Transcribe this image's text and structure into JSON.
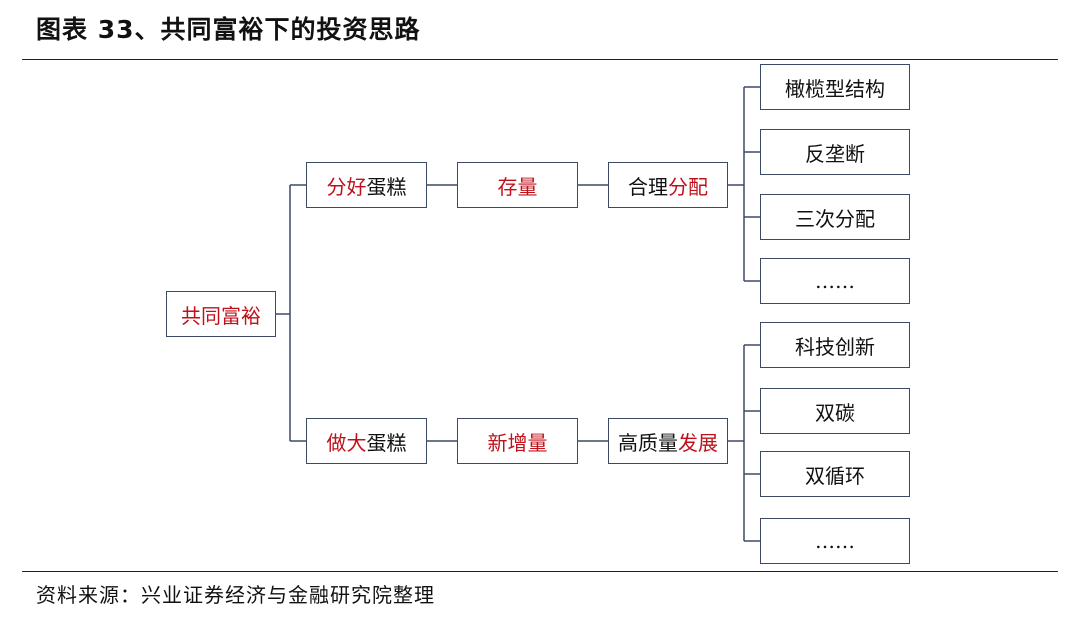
{
  "title": "图表 33、共同富裕下的投资思路",
  "source": "资料来源：兴业证券经济与金融研究院整理",
  "nodes": {
    "root": {
      "red": "共同富裕"
    },
    "upper": {
      "level1": {
        "red": "分好",
        "black": "蛋糕"
      },
      "level2": {
        "red": "存量"
      },
      "level3": {
        "black": "合理",
        "red": "分配"
      },
      "items": [
        "橄榄型结构",
        "反垄断",
        "三次分配",
        "……"
      ]
    },
    "lower": {
      "level1": {
        "red": "做大",
        "black": "蛋糕"
      },
      "level2": {
        "red": "新增量"
      },
      "level3": {
        "black": "高质量",
        "red": "发展"
      },
      "items": [
        "科技创新",
        "双碳",
        "双循环",
        "……"
      ]
    }
  }
}
